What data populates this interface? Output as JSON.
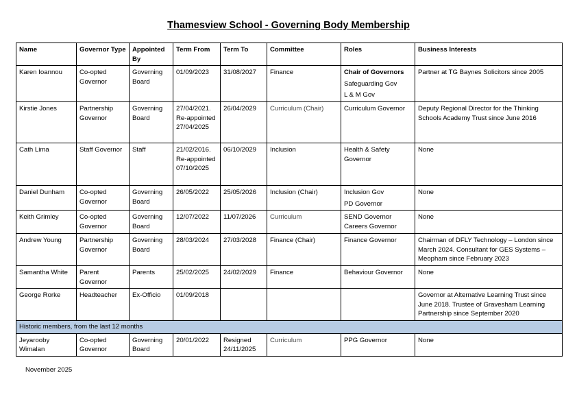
{
  "title": "Thamesview School - Governing Body Membership",
  "headers": [
    "Name",
    "Governor Type",
    "Appointed By",
    "Term From",
    "Term To",
    "Committee",
    "Roles",
    "Business Interests"
  ],
  "rows": [
    {
      "name": "Karen Ioannou",
      "type": "Co-opted Governor",
      "appointed": "Governing Board",
      "from": "01/09/2023",
      "to": "31/08/2027",
      "committee": "Finance",
      "roles": [
        "Chair of Governors",
        "Safeguarding Gov",
        "L & M Gov"
      ],
      "interests": "Partner at TG Baynes Solicitors since 2005"
    },
    {
      "name": "Kirstie Jones",
      "type": "Partnership Governor",
      "appointed": "Governing Board",
      "from": "27/04/2021. Re-appointed 27/04/2025",
      "to": "26/04/2029",
      "committee": "Curriculum (Chair)",
      "roles": [
        "Curriculum Governor"
      ],
      "interests": "Deputy Regional Director for the Thinking Schools Academy Trust since June 2016"
    },
    {
      "name": "Cath Lima",
      "type": "Staff Governor",
      "appointed": "Staff",
      "from": "21/02/2016. Re-appointed 07/10/2025",
      "to": "06/10/2029",
      "committee": "Inclusion",
      "roles": [
        "Health & Safety Governor"
      ],
      "interests": "None"
    },
    {
      "name": "Daniel Dunham",
      "type": "Co-opted Governor",
      "appointed": "Governing Board",
      "from": "26/05/2022",
      "to": "25/05/2026",
      "committee": "Inclusion (Chair)",
      "roles": [
        "Inclusion Gov",
        "PD Governor"
      ],
      "interests": "None"
    },
    {
      "name": "Keith Grimley",
      "type": "Co-opted Governor",
      "appointed": "Governing Board",
      "from": "12/07/2022",
      "to": "11/07/2026",
      "committee": "Curriculum",
      "roles": [
        "SEND Governor",
        "Careers Governor"
      ],
      "interests": "None"
    },
    {
      "name": "Andrew Young",
      "type": "Partnership Governor",
      "appointed": "Governing Board",
      "from": "28/03/2024",
      "to": "27/03/2028",
      "committee": "Finance (Chair)",
      "roles": [
        "Finance Governor"
      ],
      "interests": "Chairman of DFLY Technology – London since March 2024. Consultant for GES Systems – Meopham since February 2023"
    },
    {
      "name": "Samantha White",
      "type": "Parent Governor",
      "appointed": "Parents",
      "from": "25/02/2025",
      "to": "24/02/2029",
      "committee": "Finance",
      "roles": [
        "Behaviour Governor"
      ],
      "interests": "None"
    },
    {
      "name": "George Rorke",
      "type": "Headteacher",
      "appointed": "Ex-Officio",
      "from": "01/09/2018",
      "to": "",
      "committee": "",
      "roles": [
        ""
      ],
      "interests": "Governor at Alternative Learning Trust since June 2018. Trustee of Gravesham Learning Partnership since September 2020"
    }
  ],
  "historic_label": "Historic members, from the last 12 months",
  "historic_rows": [
    {
      "name": "Jeyarooby Wimalan",
      "type": "Co-opted Governor",
      "appointed": "Governing Board",
      "from": "20/01/2022",
      "to": "Resigned 24/11/2025",
      "committee": "Curriculum",
      "roles": [
        "PPG Governor"
      ],
      "interests": "None"
    }
  ],
  "footer": "November 2025"
}
